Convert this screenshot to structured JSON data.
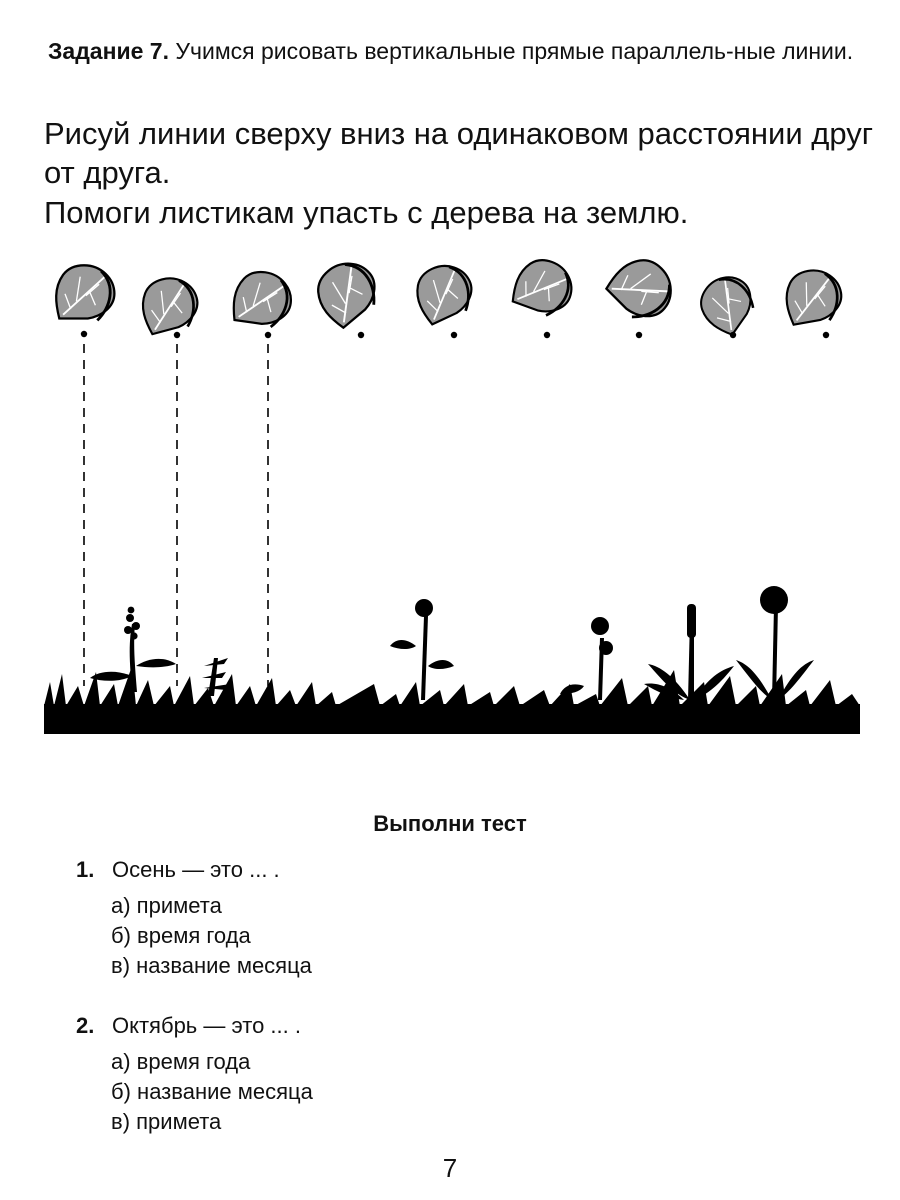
{
  "task": {
    "label": "Задание 7.",
    "text": "Учимся рисовать вертикальные прямые параллель-ные линии."
  },
  "instructions": [
    "Рисуй линии сверху вниз на одинаковом расстоянии друг от друга.",
    "Помоги листикам упасть с дерева на землю."
  ],
  "test": {
    "title": "Выполни тест",
    "questions": [
      {
        "number": "1.",
        "text": "Осень — это ... .",
        "options": [
          "а) примета",
          "б) время года",
          "в) название месяца"
        ]
      },
      {
        "number": "2.",
        "text": "Октябрь — это ... .",
        "options": [
          "а) время года",
          "б) название месяца",
          "в) примета"
        ]
      }
    ]
  },
  "page_number": "7",
  "colors": {
    "leaf_fill": "#9a9a9a",
    "ground": "#000000",
    "ink": "#111111"
  }
}
